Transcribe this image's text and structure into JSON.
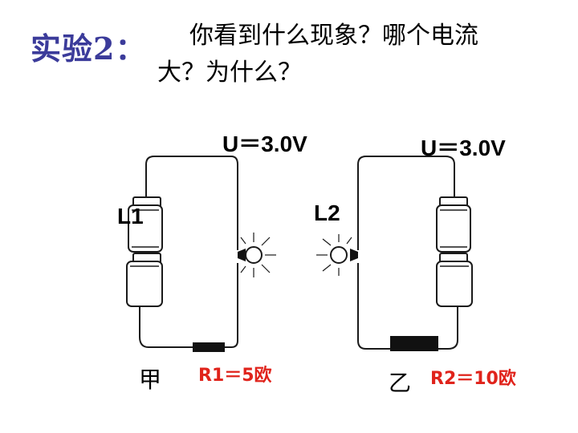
{
  "slide": {
    "title": "实验2：",
    "question_line1": "你看到什么现象？哪个电流",
    "question_line2": "大？为什么？"
  },
  "circuits": [
    {
      "name": "甲",
      "voltage": "U＝3.0V",
      "lamp": "L1",
      "resistor": "R1＝5欧"
    },
    {
      "name": "乙",
      "voltage": "U＝3.0V",
      "lamp": "L2",
      "resistor": "R2＝10欧"
    }
  ],
  "colors": {
    "title": "#3b3b9a",
    "resistor_label": "#e0231b",
    "wire": "#1a1a1a"
  }
}
